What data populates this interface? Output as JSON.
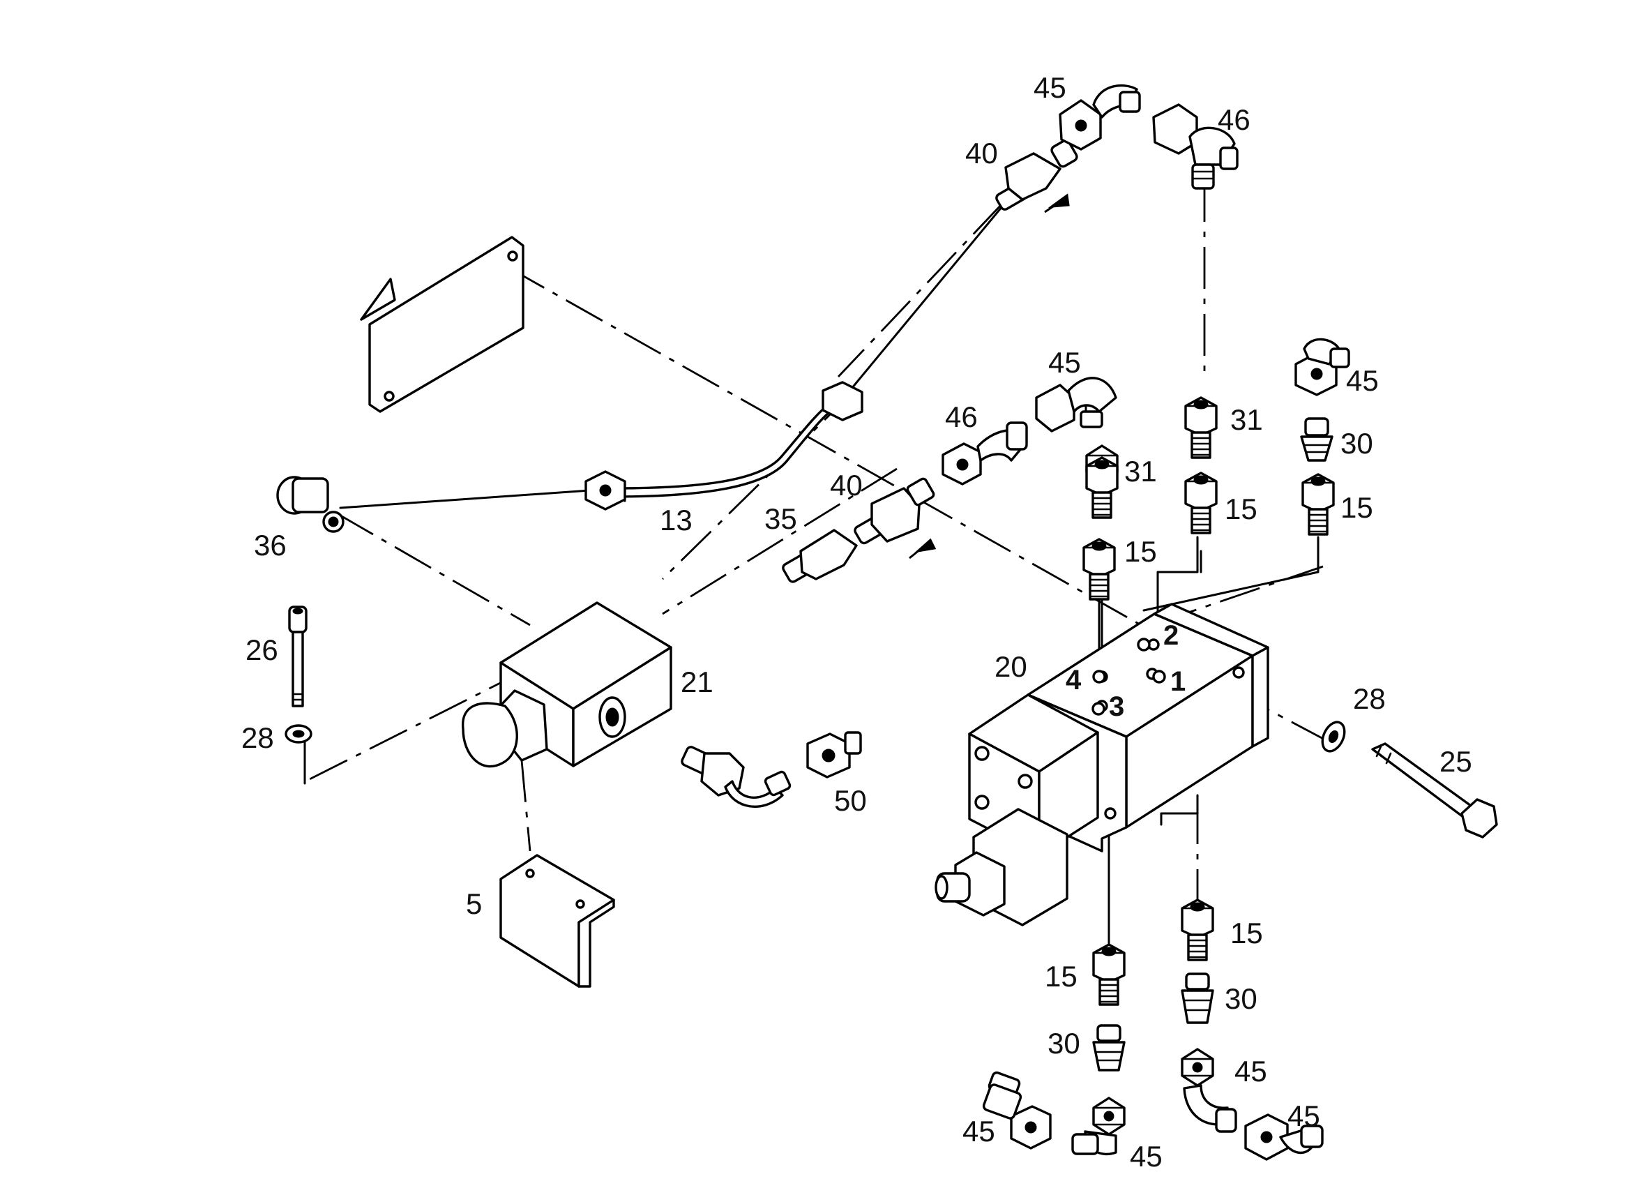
{
  "callouts": {
    "c45_top": "45",
    "c46_top": "46",
    "c40_top": "40",
    "c45_mid": "45",
    "c46_mid": "46",
    "c40_mid": "40",
    "c35": "35",
    "c31_a": "31",
    "c15_a": "15",
    "c31_b": "31",
    "c15_b": "15",
    "c45_r": "45",
    "c30_r": "30",
    "c15_r": "15",
    "c13": "13",
    "c36": "36",
    "c26": "26",
    "c28_l": "28",
    "c21": "21",
    "c50": "50",
    "c5": "5",
    "c20": "20",
    "c28_r": "28",
    "c25": "25",
    "c15_b1": "15",
    "c30_b1": "30",
    "c45_b1": "45",
    "c45_b2": "45",
    "c15_b3": "15",
    "c30_b3": "30",
    "c45_b3": "45",
    "c45_b4": "45"
  },
  "ports": {
    "p1": "1",
    "p2": "2",
    "p3": "3",
    "p4": "4"
  }
}
